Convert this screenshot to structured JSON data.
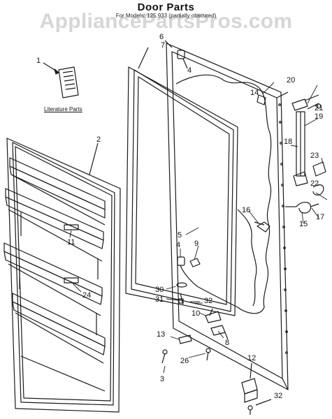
{
  "header": {
    "title": "Door Parts",
    "subtitle": "For Models: 125.933 (partially obscured)",
    "watermark": "AppliancePartsPros.com"
  },
  "literature_label": "Literature Parts",
  "callouts": {
    "c1": "1",
    "c2": "2",
    "c3": "3",
    "c4a": "4",
    "c4b": "4",
    "c5": "5",
    "c6": "6",
    "c7": "7",
    "c8": "8",
    "c9": "9",
    "c10": "10",
    "c11": "11",
    "c12": "12",
    "c13": "13",
    "c14": "14",
    "c15": "15",
    "c16": "16",
    "c17": "17",
    "c18": "18",
    "c19": "19",
    "c20": "20",
    "c21": "21",
    "c22": "22",
    "c23": "23",
    "c24": "24",
    "c26": "26",
    "c30": "30",
    "c31": "31",
    "c32a": "32",
    "c32b": "32"
  },
  "colors": {
    "line": "#1a1a1a",
    "watermark": "#9a9a9a",
    "background": "#ffffff"
  }
}
